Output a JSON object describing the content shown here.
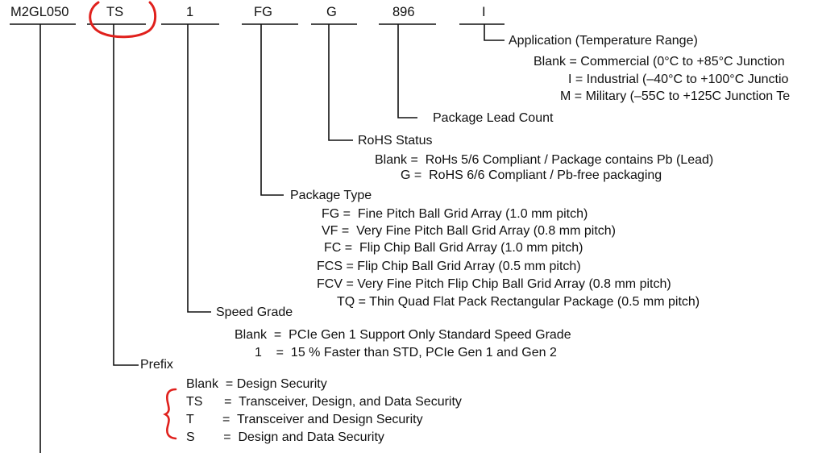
{
  "part_number": {
    "segments": [
      "M2GL050",
      "TS",
      "1",
      "FG",
      "G",
      "896",
      "I"
    ]
  },
  "application": {
    "title": "Application (Temperature Range)",
    "options": [
      "Blank = Commercial (0°C to +85°C Junction",
      "I = Industrial (–40°C to +100°C Junctio",
      "M = Military (–55C to +125C Junction Te"
    ]
  },
  "package_lead_count": {
    "title": "Package Lead Count"
  },
  "rohs": {
    "title": "RoHS Status",
    "options": [
      "Blank =  RoHs 5/6 Compliant / Package contains Pb (Lead)",
      "G =  RoHS 6/6 Compliant / Pb-free packaging"
    ]
  },
  "package_type": {
    "title": "Package Type",
    "options": [
      "FG =  Fine Pitch Ball Grid Array (1.0 mm pitch)",
      "VF =  Very Fine Pitch Ball Grid Array (0.8 mm pitch)",
      "FC =  Flip Chip Ball Grid Array (1.0 mm pitch)",
      "FCS = Flip Chip Ball Grid Array (0.5 mm pitch)",
      "FCV = Very Fine Pitch Flip Chip Ball Grid Array (0.8 mm pitch)",
      "TQ = Thin Quad Flat Pack Rectangular Package (0.5 mm pitch)"
    ]
  },
  "speed_grade": {
    "title": "Speed Grade",
    "options": [
      "Blank  =  PCIe Gen 1 Support Only Standard Speed Grade",
      "1    =  15 % Faster than STD, PCIe Gen 1 and Gen 2"
    ]
  },
  "prefix": {
    "title": "Prefix",
    "options": [
      "Blank  = Design Security",
      "TS      =  Transceiver, Design, and Data Security",
      "T        =  Transceiver and Design Security",
      "S        =  Design and Data Security"
    ]
  },
  "annotation_color": "#e0201c"
}
